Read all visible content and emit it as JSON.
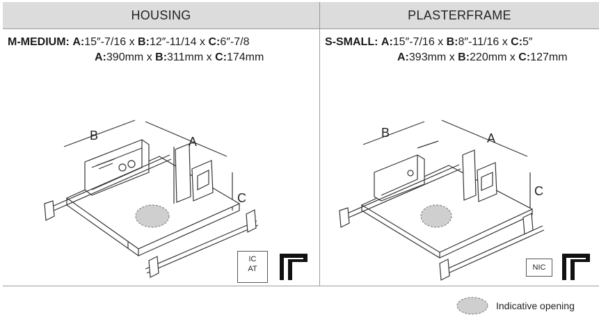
{
  "housing": {
    "header": "HOUSING",
    "model_label": "M-MEDIUM:",
    "imperial": {
      "a_lbl": "A:",
      "a_val": "15″-7/16 x ",
      "b_lbl": "B:",
      "b_val": "12″-11/14 x  ",
      "c_lbl": "C:",
      "c_val": "6″-7/8"
    },
    "metric": {
      "a_lbl": "A:",
      "a_val": "390mm x ",
      "b_lbl": "B:",
      "b_val": "311mm x ",
      "c_lbl": "C:",
      "c_val": "174mm"
    },
    "dim_a": "A",
    "dim_b": "B",
    "dim_c": "C",
    "badge_line1": "IC",
    "badge_line2": "AT"
  },
  "plasterframe": {
    "header": "PLASTERFRAME",
    "model_label": "S-SMALL:",
    "imperial": {
      "a_lbl": "A:",
      "a_val": "15″-7/16 x ",
      "b_lbl": "B:",
      "b_val": "8″-11/16 x ",
      "c_lbl": "C:",
      "c_val": "5″"
    },
    "metric": {
      "a_lbl": "A:",
      "a_val": "393mm x ",
      "b_lbl": "B:",
      "b_val": "220mm x ",
      "c_lbl": "C:",
      "c_val": "127mm"
    },
    "dim_a": "A",
    "dim_b": "B",
    "dim_c": "C",
    "badge": "NIC"
  },
  "legend": {
    "text": "Indicative opening"
  },
  "colors": {
    "header_bg": "#dcdcdc",
    "opening_fill": "#cfcfcf",
    "border": "#999999"
  }
}
